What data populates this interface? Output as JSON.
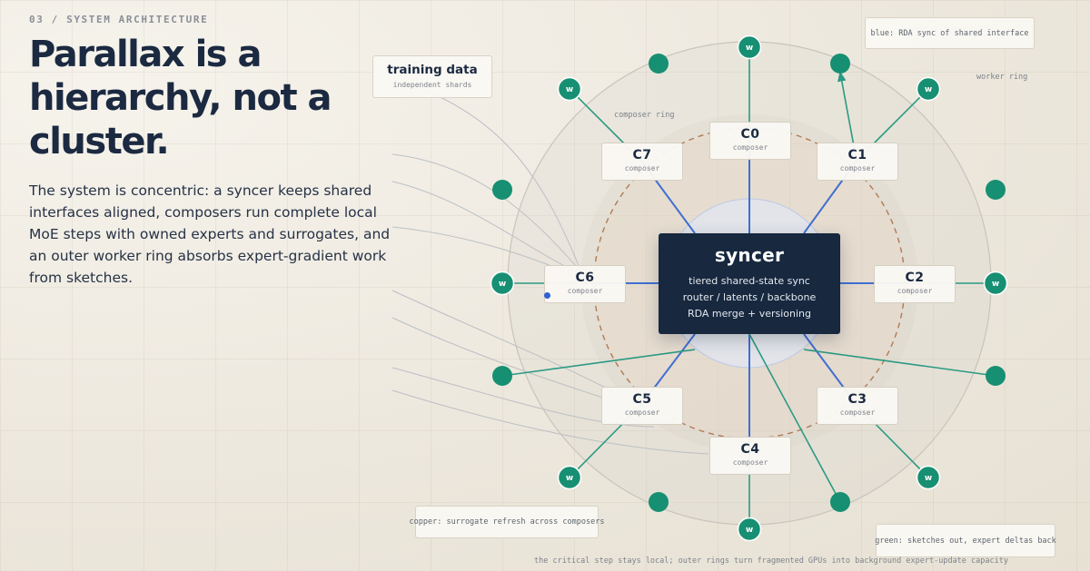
{
  "eyebrow": "03 / SYSTEM ARCHITECTURE",
  "headline": "Parallax is a hierarchy, not a cluster.",
  "description": "The system is concentric: a syncer keeps shared interfaces aligned, composers run complete local MoE steps with owned experts and surrogates, and an outer worker ring absorbs expert-gradient work from sketches.",
  "training_data": {
    "title": "training data",
    "subtitle": "independent shards"
  },
  "syncer": {
    "title": "syncer",
    "lines": [
      "tiered shared-state sync",
      "router / latents / backbone",
      "RDA merge + versioning"
    ]
  },
  "composers": [
    {
      "name": "C0",
      "role": "composer"
    },
    {
      "name": "C1",
      "role": "composer"
    },
    {
      "name": "C2",
      "role": "composer"
    },
    {
      "name": "C3",
      "role": "composer"
    },
    {
      "name": "C4",
      "role": "composer"
    },
    {
      "name": "C5",
      "role": "composer"
    },
    {
      "name": "C6",
      "role": "composer"
    },
    {
      "name": "C7",
      "role": "composer"
    }
  ],
  "worker_label": "w",
  "ring_labels": {
    "composer_ring": "composer ring",
    "worker_ring": "worker ring"
  },
  "legend": {
    "blue": "blue: RDA sync of shared interface",
    "copper": "copper: surrogate refresh across composers",
    "green": "green: sketches out, expert deltas back"
  },
  "footer": "the critical step stays local; outer rings turn fragmented GPUs into background expert-update capacity",
  "colors": {
    "navy": "#17283f",
    "blue_link": "#3f6fd1",
    "green_link": "#2a9a82",
    "worker": "#178f72",
    "copper": "#b07a55"
  }
}
